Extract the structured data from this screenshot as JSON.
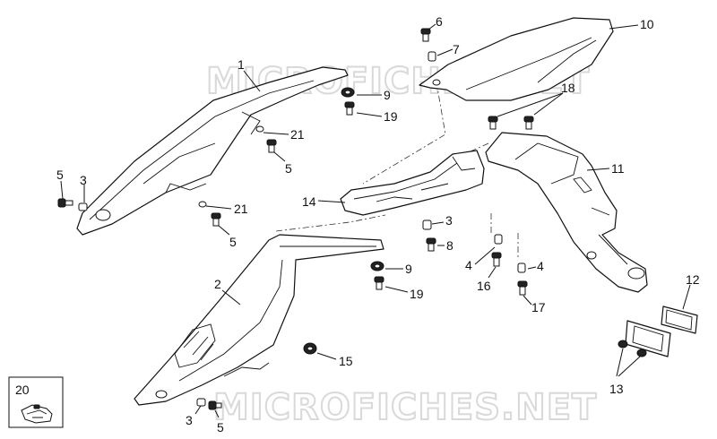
{
  "watermark": {
    "top": "MICROFICHES.NET",
    "bottom": "MICROFICHES.NET",
    "color": "#d9d9d9"
  },
  "callouts": {
    "c1": "1",
    "c2": "2",
    "c3a": "3",
    "c3b": "3",
    "c3c": "3",
    "c4a": "4",
    "c4b": "4",
    "c5a": "5",
    "c5b": "5",
    "c5c": "5",
    "c5d": "5",
    "c6": "6",
    "c7": "7",
    "c8": "8",
    "c9a": "9",
    "c9b": "9",
    "c10": "10",
    "c11": "11",
    "c12": "12",
    "c13": "13",
    "c14": "14",
    "c15": "15",
    "c16": "16",
    "c17": "17",
    "c18": "18",
    "c19a": "19",
    "c19b": "19",
    "c21a": "21",
    "c21b": "21"
  },
  "inset_box": {
    "label": "20"
  },
  "line_color": "#111111"
}
